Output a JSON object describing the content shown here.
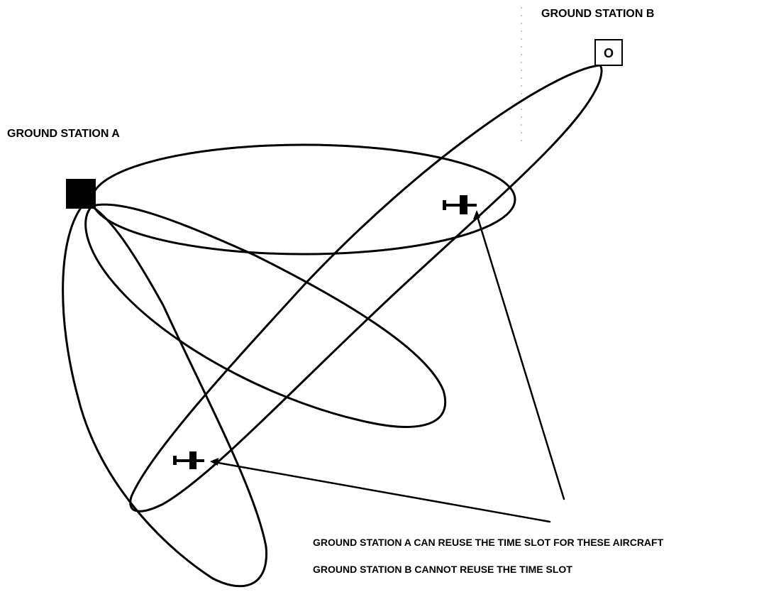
{
  "labels": {
    "station_a": "GROUND STATION A",
    "station_b": "GROUND STATION B",
    "station_b_symbol": "O",
    "note_reuse": "GROUND STATION A CAN REUSE THE TIME SLOT FOR THESE AIRCRAFT",
    "note_no_reuse": "GROUND STATION B CANNOT REUSE THE TIME SLOT"
  },
  "icons": {
    "station_a": "filled-square-icon",
    "station_b": "boxed-o-icon",
    "aircraft": "aircraft-icon"
  },
  "colors": {
    "ink": "#000000",
    "background": "#ffffff"
  }
}
